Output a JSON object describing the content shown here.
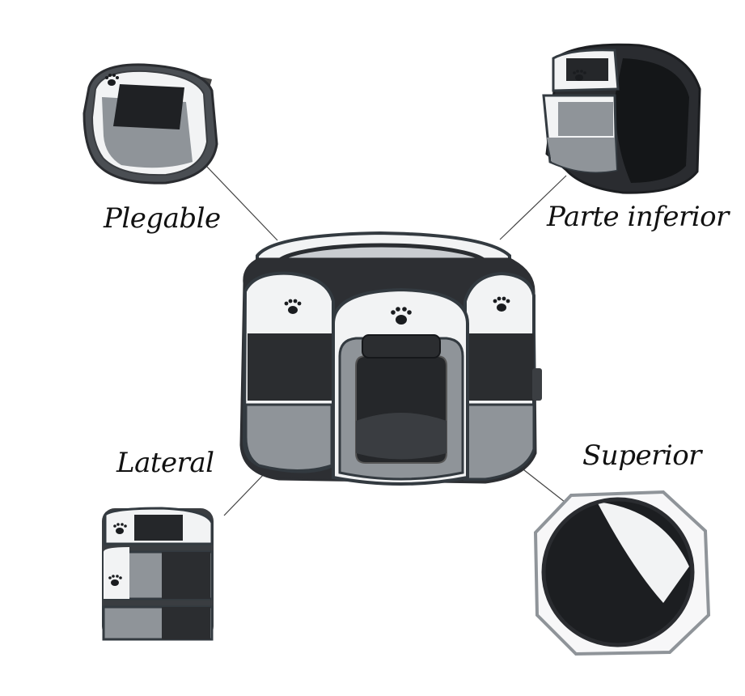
{
  "labels": {
    "plegable": "Plegable",
    "parte_inferior": "Parte inferior",
    "lateral": "Lateral",
    "superior": "Superior"
  },
  "colors": {
    "frame": "#333a40",
    "fabric_white": "#f2f3f4",
    "fabric_gray": "#8f9499",
    "mesh": "#2b2d30",
    "text": "#111111"
  }
}
